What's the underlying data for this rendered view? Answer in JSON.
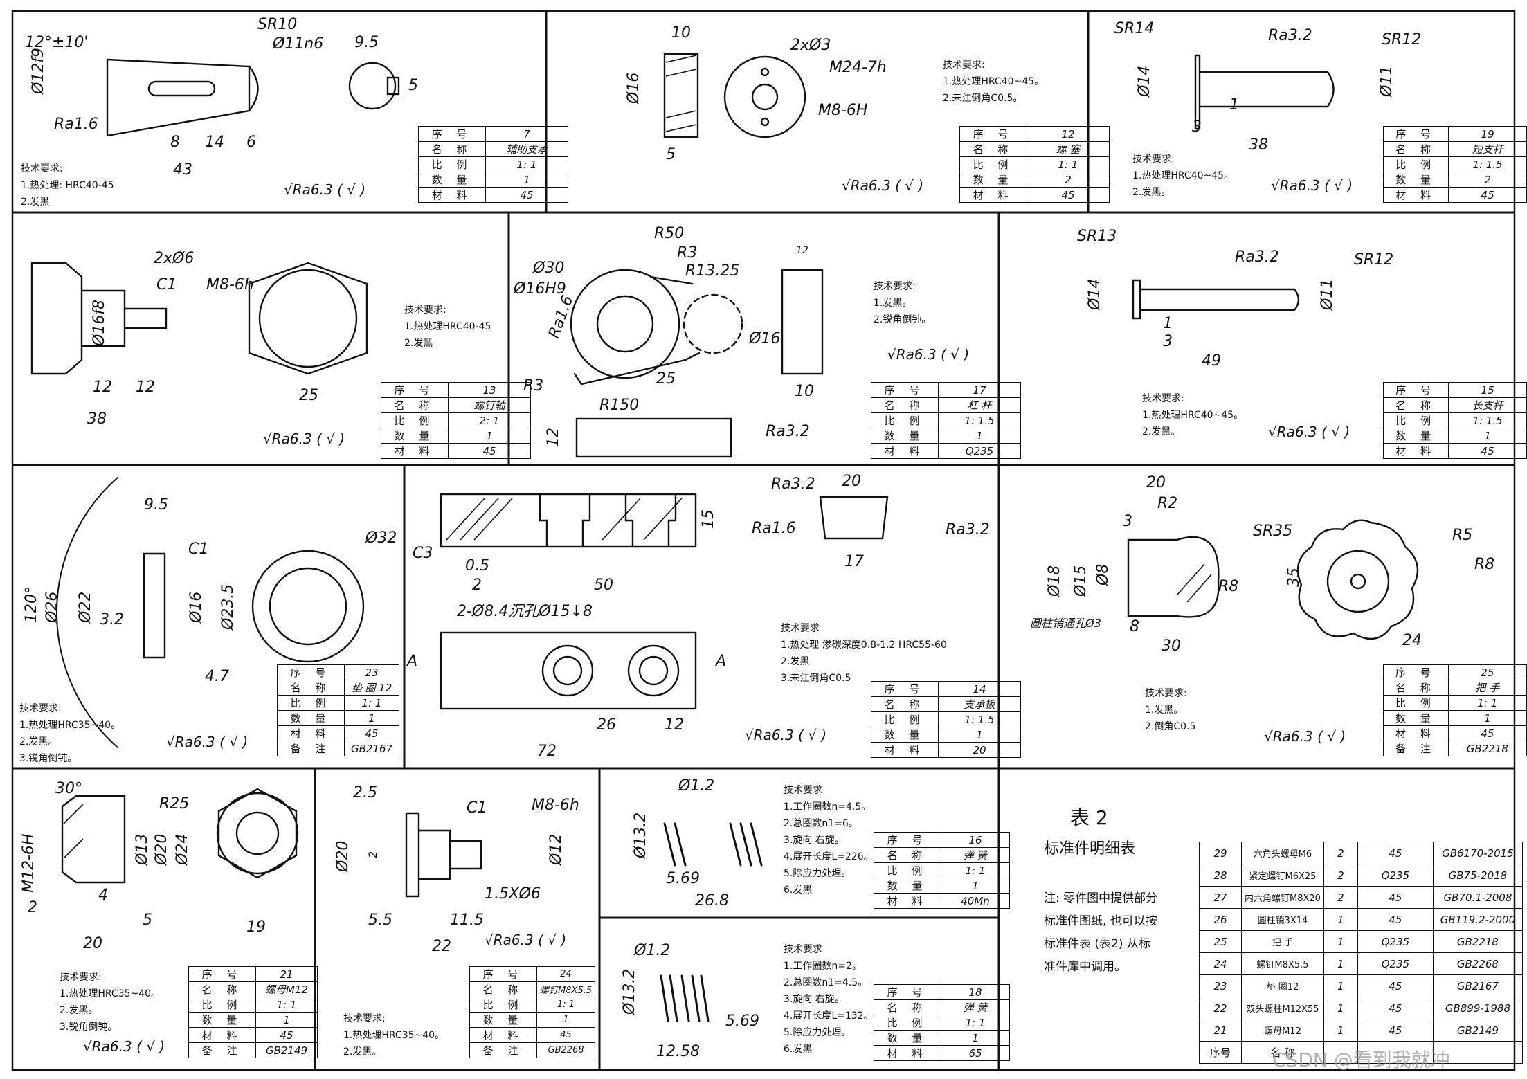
{
  "sheet": {
    "line_color": "#111111",
    "finish_symbol": "√",
    "check_symbol": "( √ )",
    "watermark": "CSDN @看到我就冲"
  },
  "parts": [
    {
      "id": "p7",
      "table": [
        [
          "序 号",
          "7"
        ],
        [
          "名 称",
          "辅助支承"
        ],
        [
          "比 例",
          "1: 1"
        ],
        [
          "数 量",
          "1"
        ],
        [
          "材 料",
          "45"
        ]
      ],
      "notes": [
        "技术要求:",
        "1.热处理: HRC40-45",
        "2.发黑"
      ],
      "finish": "Ra6.3",
      "dims": [
        "12°±10'",
        "SR10",
        "Ø11n6",
        "Ø12f9",
        "Ra1.6",
        "8",
        "14",
        "6",
        "43",
        "9.5",
        "5"
      ]
    },
    {
      "id": "p12",
      "table": [
        [
          "序 号",
          "12"
        ],
        [
          "名 称",
          "螺 塞"
        ],
        [
          "比 例",
          "1: 1"
        ],
        [
          "数 量",
          "2"
        ],
        [
          "材 料",
          "45"
        ]
      ],
      "notes": [
        "技术要求:",
        "1.热处理HRC40~45。",
        "2.未注倒角C0.5。"
      ],
      "finish": "Ra6.3",
      "dims": [
        "10",
        "Ø16",
        "5",
        "2xØ3",
        "M24-7h",
        "M8-6H"
      ]
    },
    {
      "id": "p19",
      "table": [
        [
          "序 号",
          "19"
        ],
        [
          "名 称",
          "短支杆"
        ],
        [
          "比 例",
          "1: 1.5"
        ],
        [
          "数 量",
          "2"
        ],
        [
          "材 料",
          "45"
        ]
      ],
      "notes": [
        "技术要求:",
        "1.热处理HRC40~45。",
        "2.发黑。"
      ],
      "finish": "Ra6.3",
      "dims": [
        "SR14",
        "Ra3.2",
        "SR12",
        "Ø14",
        "Ø11",
        "1",
        "3",
        "38"
      ]
    },
    {
      "id": "p13",
      "table": [
        [
          "序 号",
          "13"
        ],
        [
          "名 称",
          "螺钉轴"
        ],
        [
          "比 例",
          "2: 1"
        ],
        [
          "数 量",
          "1"
        ],
        [
          "材 料",
          "45"
        ]
      ],
      "notes": [
        "技术要求:",
        "1.热处理HRC40-45",
        "2.发黑"
      ],
      "finish": "Ra6.3",
      "dims": [
        "2xØ6",
        "C1",
        "M8-6h",
        "Ø16f8",
        "12",
        "12",
        "38",
        "25"
      ]
    },
    {
      "id": "p17",
      "table": [
        [
          "序 号",
          "17"
        ],
        [
          "名 称",
          "杠 杆"
        ],
        [
          "比 例",
          "1: 1.5"
        ],
        [
          "数 量",
          "1"
        ],
        [
          "材 料",
          "Q235"
        ]
      ],
      "notes": [
        "技术要求:",
        "1.发黑。",
        "2.锐角倒钝。"
      ],
      "finish": "Ra6.3",
      "dims": [
        "R50",
        "R3",
        "R13.25",
        "Ø30",
        "Ø16H9",
        "Ra1.6",
        "Ø16",
        "R3",
        "25",
        "R150",
        "12",
        "Ra3.2",
        "12",
        "10"
      ]
    },
    {
      "id": "p15",
      "table": [
        [
          "序 号",
          "15"
        ],
        [
          "名 称",
          "长支杆"
        ],
        [
          "比 例",
          "1: 1.5"
        ],
        [
          "数 量",
          "1"
        ],
        [
          "材 料",
          "45"
        ]
      ],
      "notes": [
        "技术要求:",
        "1.热处理HRC40~45。",
        "2.发黑。"
      ],
      "finish": "Ra6.3",
      "dims": [
        "SR13",
        "Ra3.2",
        "SR12",
        "Ø14",
        "Ø11",
        "1",
        "3",
        "49"
      ]
    },
    {
      "id": "p23",
      "table": [
        [
          "序 号",
          "23"
        ],
        [
          "名 称",
          "垫 圈 12"
        ],
        [
          "比 例",
          "1: 1"
        ],
        [
          "数 量",
          "1"
        ],
        [
          "材 料",
          "45"
        ],
        [
          "备 注",
          "GB2167"
        ]
      ],
      "notes": [
        "技术要求:",
        "1.热处理HRC35~40。",
        "2.发黑。",
        "3.锐角倒钝。"
      ],
      "finish": "Ra6.3",
      "dims": [
        "9.5",
        "C1",
        "120°",
        "Ø26",
        "Ø22",
        "3.2",
        "Ø16",
        "Ø23.5",
        "4.7",
        "Ø32"
      ]
    },
    {
      "id": "p14",
      "table": [
        [
          "序 号",
          "14"
        ],
        [
          "名 称",
          "支承板"
        ],
        [
          "比 例",
          "1: 1.5"
        ],
        [
          "数 量",
          "1"
        ],
        [
          "材 料",
          "20"
        ]
      ],
      "notes": [
        "技术要求",
        "1.热处理 渗碳深度0.8-1.2 HRC55-60",
        "2.发黑",
        "3.未注倒角C0.5"
      ],
      "finish": "Ra6.3",
      "dims": [
        "Ra3.2",
        "20",
        "15",
        "Ra1.6",
        "Ra3.2",
        "C3",
        "0.5",
        "2",
        "50",
        "17",
        "2-Ø8.4沉孔Ø15↓8",
        "A",
        "A",
        "26",
        "12",
        "72"
      ]
    },
    {
      "id": "p25",
      "table": [
        [
          "序 号",
          "25"
        ],
        [
          "名 称",
          "把 手"
        ],
        [
          "比 例",
          "1: 1"
        ],
        [
          "数 量",
          "1"
        ],
        [
          "材 料",
          "45"
        ],
        [
          "备 注",
          "GB2218"
        ]
      ],
      "notes": [
        "技术要求:",
        "1.发黑。",
        "2.倒角C0.5"
      ],
      "finish": "Ra6.3",
      "dims": [
        "20",
        "3",
        "R2",
        "SR35",
        "Ø18",
        "Ø15",
        "Ø8",
        "R8",
        "35",
        "圆柱销通孔Ø3",
        "8",
        "30",
        "R5",
        "R8",
        "24"
      ]
    },
    {
      "id": "p21",
      "table": [
        [
          "序 号",
          "21"
        ],
        [
          "名 称",
          "螺母M12"
        ],
        [
          "比 例",
          "1: 1"
        ],
        [
          "数 量",
          "1"
        ],
        [
          "材 料",
          "45"
        ],
        [
          "备 注",
          "GB2149"
        ]
      ],
      "notes": [
        "技术要求:",
        "1.热处理HRC35~40。",
        "2.发黑。",
        "3.锐角倒钝。"
      ],
      "finish": "Ra6.3",
      "dims": [
        "30°",
        "R25",
        "M12-6H",
        "Ø13",
        "Ø20",
        "Ø24",
        "2",
        "4",
        "5",
        "20",
        "19"
      ]
    },
    {
      "id": "p24",
      "table": [
        [
          "序 号",
          "24"
        ],
        [
          "名 称",
          "螺钉M8X5.5"
        ],
        [
          "比 例",
          "1: 1"
        ],
        [
          "数 量",
          "1"
        ],
        [
          "材 料",
          "45"
        ],
        [
          "备 注",
          "GB2268"
        ]
      ],
      "notes": [
        "技术要求:",
        "1.热处理HRC35~40。",
        "2.发黑。"
      ],
      "finish": "Ra6.3",
      "dims": [
        "2.5",
        "C1",
        "M8-6h",
        "Ø20",
        "Ø12",
        "2",
        "1.5XØ6",
        "5.5",
        "11.5",
        "22"
      ]
    },
    {
      "id": "p16",
      "table": [
        [
          "序 号",
          "16"
        ],
        [
          "名 称",
          "弹 簧"
        ],
        [
          "比 例",
          "1: 1"
        ],
        [
          "数 量",
          "1"
        ],
        [
          "材 料",
          "40Mn"
        ]
      ],
      "notes": [
        "技术要求",
        "1.工作圈数n=4.5。",
        "2.总圈数n1=6。",
        "3.旋向 右旋。",
        "4.展开长度L=226。",
        "5.除应力处理。",
        "6.发黑"
      ],
      "dims": [
        "Ø1.2",
        "Ø13.2",
        "5.69",
        "26.8"
      ]
    },
    {
      "id": "p18",
      "table": [
        [
          "序 号",
          "18"
        ],
        [
          "名 称",
          "弹 簧"
        ],
        [
          "比 例",
          "1: 1"
        ],
        [
          "数 量",
          "1"
        ],
        [
          "材 料",
          "65"
        ]
      ],
      "notes": [
        "技术要求",
        "1.工作圈数n=2。",
        "2.总圈数n1=4.5。",
        "3.旋向 右旋。",
        "4.展开长度L=132。",
        "5.除应力处理。",
        "6.发黑"
      ],
      "dims": [
        "Ø1.2",
        "Ø13.2",
        "5.69",
        "12.58"
      ]
    }
  ],
  "standard_parts": {
    "title": "表 2",
    "subtitle": "标准件明细表",
    "note_lines": [
      "注: 零件图中提供部分",
      "标准件图纸, 也可以按",
      "标准件表 (表2) 从标",
      "准件库中调用。"
    ],
    "rows": [
      [
        "29",
        "六角头螺母M6",
        "2",
        "45",
        "GB6170-2015"
      ],
      [
        "28",
        "紧定螺钉M6X25",
        "2",
        "Q235",
        "GB75-2018"
      ],
      [
        "27",
        "内六角螺钉M8X20",
        "2",
        "45",
        "GB70.1-2008"
      ],
      [
        "26",
        "圆柱销3X14",
        "1",
        "45",
        "GB119.2-2000"
      ],
      [
        "25",
        "把 手",
        "1",
        "Q235",
        "GB2218"
      ],
      [
        "24",
        "螺钉M8X5.5",
        "1",
        "Q235",
        "GB2268"
      ],
      [
        "23",
        "垫 圈12",
        "1",
        "45",
        "GB2167"
      ],
      [
        "22",
        "双头螺柱M12X55",
        "1",
        "45",
        "GB899-1988"
      ],
      [
        "21",
        "螺母M12",
        "1",
        "45",
        "GB2149"
      ]
    ],
    "footer": [
      "序号",
      "名 称"
    ]
  }
}
